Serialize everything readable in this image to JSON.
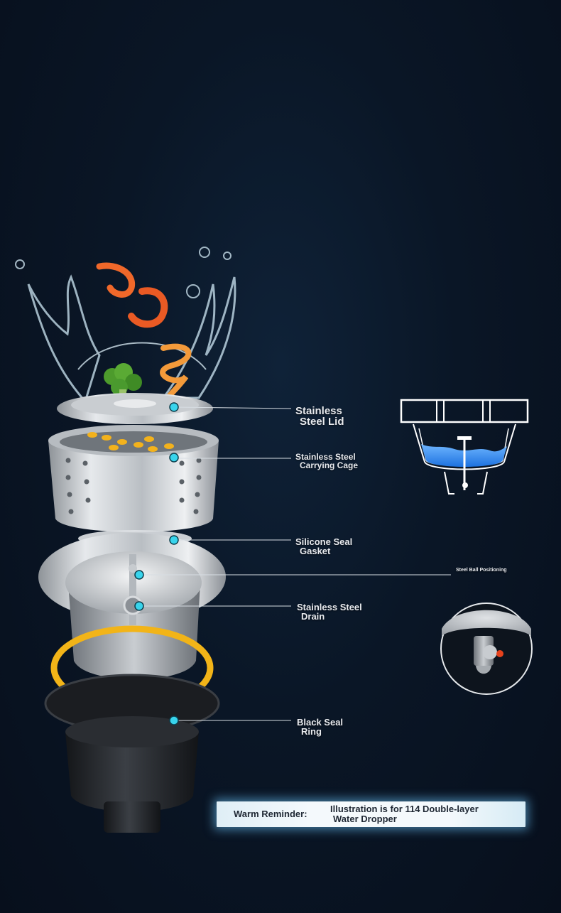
{
  "callouts": {
    "lid": {
      "line1": "Stainless",
      "line2": "Steel Lid"
    },
    "cage": {
      "line1": "Stainless Steel",
      "line2": "Carrying Cage"
    },
    "gasket": {
      "line1": "Silicone Seal",
      "line2": "Gasket"
    },
    "ball": {
      "text": "Steel Ball Positioning"
    },
    "drain": {
      "line1": "Stainless Steel",
      "line2": "Drain"
    },
    "ring": {
      "line1": "Black Seal",
      "line2": "Ring"
    }
  },
  "reminder": {
    "title": "Warm Reminder:",
    "line1": "Illustration is for 114 Double-layer",
    "line2": "Water Dropper"
  },
  "colors": {
    "background": "#0a1626",
    "marker": "#38d4ec",
    "seal_ring": "#f2b418",
    "water": "#2f8ff0"
  }
}
